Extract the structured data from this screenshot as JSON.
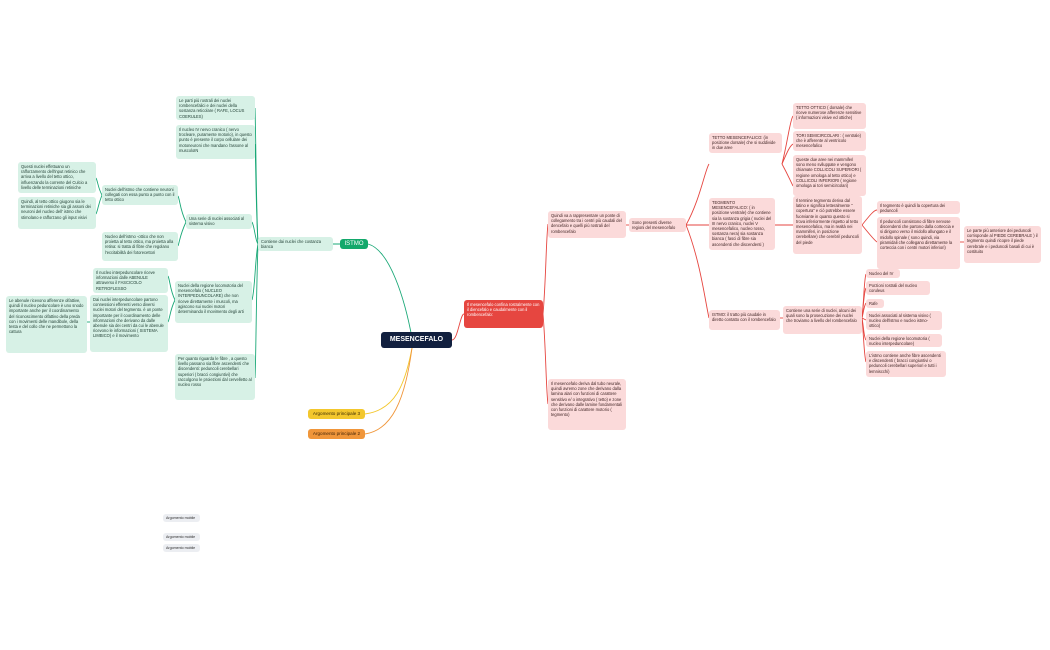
{
  "root": "MESENCEFALO",
  "istmo": {
    "label": "ISTMO",
    "contiene": "Contiene dai nuclei che costanza bianca",
    "top1": "Le parti più rostrali dei nuclei rombencefalici e dei nuclei della sostanza reticolare ( RAFE, LOCUS COERULES)",
    "top2": "Il nucleo IV nervo cranico ( nervo trocleare, puramente motorio), in questo punto è presente il corpo cellulare dei motoneuroni che mandano l'assone al muscoloIN",
    "serie": "Una serie di nuclei associati al sistema visivo",
    "serie_a": "Nuclei dell'istmo che contiene neuroni collegati con essa punto a punto con il tetto ottico",
    "serie_a1": "Questi nuclei effettuano un rafforzamento dell'input retinico che arriva a livello del tetto ottico, influenzando la corrente del Culcio a livello delle terminazioni retiniche",
    "serie_a2": "Quindi, al tetto ottico giugono sia le terminazioni retiniche sia gli assoni dei neuroni del nucleo dell' istmo che stimolano e rafforzano gli input visivi",
    "serie_b": "Nucleo dell'istmo -ottico che non proietta al tetto ottico, ma proietta alla retina: si tratta di fibre che regolano l'eccitabilità dei fotorecettori",
    "loco": "Nuclei della regione locomotoria del mesencefalo ( NUCLEO INTERPEDUNCOLARE) che non riceve direttamente i muscoli, ma agiscono sui nuclei motori determinando il movimento degli arti",
    "loco_a": "Il nucleo interpeduncolare riceve informazioni dalle ABENULE attraverso il FASCICOLO RETROFLESSO",
    "loco_b": "Dai nuclei interpeduncolare partono connessioni efferenti verso diversi nuclei motori del tegmento. è un ponte importante per il coordinamento delle informazioni che derivano da dalle abenule sia dei centri da cui le abenule ricevono le informazioni ( SISTEMA LIMBICO) e il movimento",
    "loco_b1": "Le abenule ricevono afferenze olfattive, quindi il nucleo peduncolare è uno snodo importante anche per il coordinamento del riconoscimento olfattivo della preda con i movimenti delle mandibole, della testa e del collo che ne permettono la cattura",
    "fibre": "Per quanto riguarda le fibre , a questo livello passano sia fibre ascendenti che discendenti: peduncoli cerebellari superiori ( bracci congiuntivi) che raccolgono le proiezioni dal cervelletto al nucleo rosso"
  },
  "arg3": "Argomento principale 3",
  "arg2": "Argomento principale 2",
  "mobili": [
    "Argomento mobile",
    "Argomento mobile",
    "Argomento mobile"
  ],
  "right": {
    "main": "Il mesencefalo confina rostralmente con il diencefalo e caudalmente con il rombencefalo:",
    "quindi": "Quindi va a rappresentare un ponte di collegamento tra i centri più caudali del dencefalo e quelli più rostrali del rombencefalo",
    "regioni": "Sono presenti diverse regioni del mesencefalo",
    "tetto": "TETTO MESENCEFALICO: (in posizione dorsale) che si suddivide in due aree",
    "tetto1": "TETTO OTTICO ( dorsale) che riceve numerose afferenze sensitive ( informazioni visive ed ottiche)",
    "tetto2": "TORI SEMICIRCOLARI : ( ventrale) che è afferente al ventricolo mesencefalico",
    "tetto3": "Queste due aree nei mammiferi sono meno sviluppate e vengono chiamate COLLICOLI SUPERIORI ( regione omologa al tetto ottico) e COLLICOLI INFERIORI ( regione omologa ai tori semicircolari)",
    "tegm": "TEGMENTO MESENCEFALICO: ( in posizione ventrale) che contiene sia la sostanza grigia ( nuclei del III nervo cranico, nuclei V mesencefalico, nucleo rosso, sostanza nera) sia sostanza bianca ( fasci di fibre sia ascendenti che discendenti )",
    "tegm1": "Il termine tegmento deriva dal latino e significa letteralmente \" copertura\" e ciò potrebbe essere fuorviante in quanto questo si trova inferiormente rispetto al tetto mesencefalico, ma in realtà nei mammiferi, in posizione cerebellare) che cerebri/ peduncoli del piede",
    "tegm1a": "Il tegmento è quindi la copertura dei peduncoli",
    "tegm1b": "Il peduncoli consistono di fibre nervose discendenti che partono dalla corteccia e si dirigono verso il midollo allungato e il midollo spinale ( sono quindi, via piramidali che collegano direttamente la corteccia con i centri motori inferiori)",
    "tegm1b1": "Le parte più anteriore dei peduncoli corrisponde al PIEDE CEREBRALE ) il tegmento quindi ricopre il piede cerebrale e i peduncoli basali di cui è costituito",
    "istmo": "ISTMO: il tratto più caudale in diretto contatto con il rombencefalo",
    "istmo_c": "Contiene una serie di nuclei, alcuni dei quali sono la prosecuzione dei nuclei che troviamo a livello del rombencefalo",
    "istmo_list": [
      "Nucleo del IV",
      "Porzioni rostrali del nucleo coruleus",
      "Rafe",
      "Nuclei associati al sistema visivo ( nucleo dell'istmo e nucleo istmo-ottico)",
      "Nuclei della regione locomotoria ( nucleo interpeduncolare)",
      "L'istmo contiene anche fibre ascendenti e discendenti ( bracci congiuntivi o peduncoli cerebellari superiori e tutti i lemniscchi)"
    ],
    "deriva": "Il mesencefalo deriva dal tubo neurale, quindi avremo zone che derivano dalla lamina alari con funzioni di carattere sensitivo e/ o integrativo ( tetto) e zone che derivano dalle lamine fondamentali con funzioni di carattere motorio ( tegmento)"
  }
}
